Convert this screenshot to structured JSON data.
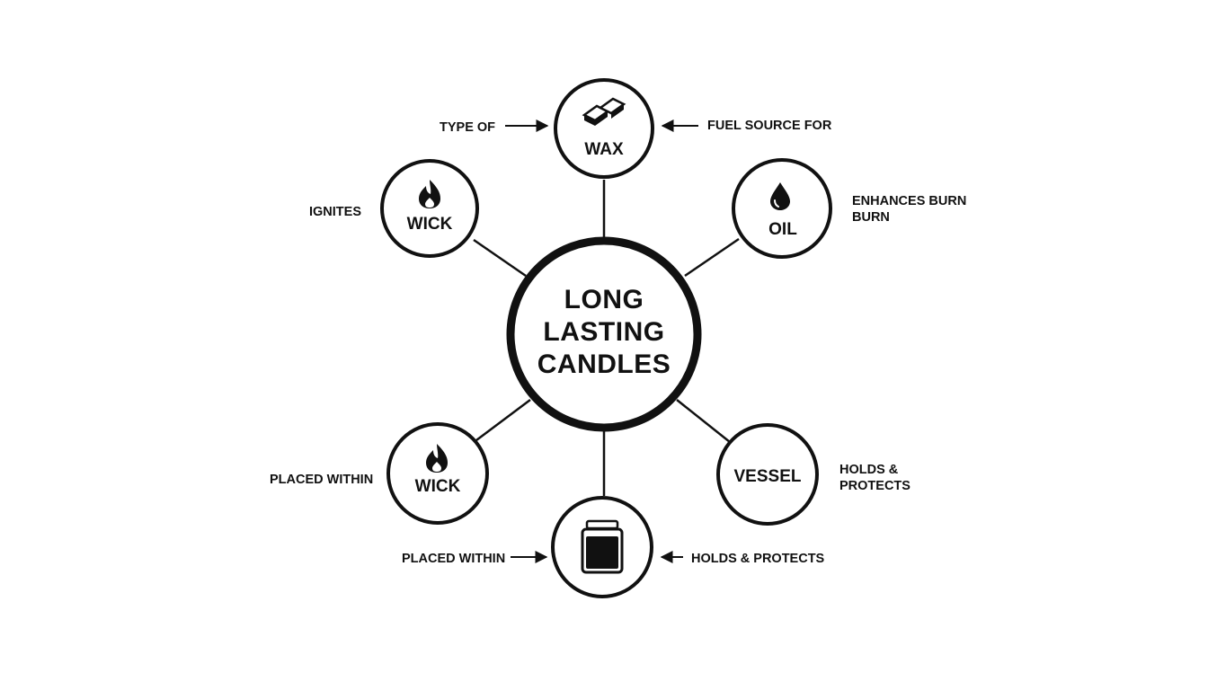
{
  "center": {
    "lines": [
      "LONG",
      "LASTING",
      "CANDLES"
    ]
  },
  "nodes": {
    "wax": {
      "label": "WAX",
      "icon": "wax-blocks-icon"
    },
    "wick_top": {
      "label": "WICK",
      "icon": "flame-icon"
    },
    "oil": {
      "label": "OIL",
      "icon": "oil-drop-icon"
    },
    "wick_bottom": {
      "label": "WICK",
      "icon": "flame-icon"
    },
    "vessel": {
      "label": "VESSEL"
    },
    "jar": {
      "icon": "jar-icon"
    }
  },
  "relations": {
    "type_of": "TYPE OF",
    "fuel_source_for": "FUEL SOURCE FOR",
    "ignites": "IGNITES",
    "enhances_burn": [
      "ENHANCES BURN",
      "BURN"
    ],
    "placed_within_left": "PLACED WITHIN",
    "holds_protects_right": [
      "HOLDS &",
      "PROTECTS"
    ],
    "placed_within_bottom": "PLACED WITHIN",
    "holds_protects_bottom": "HOLDS & PROTECTS"
  }
}
